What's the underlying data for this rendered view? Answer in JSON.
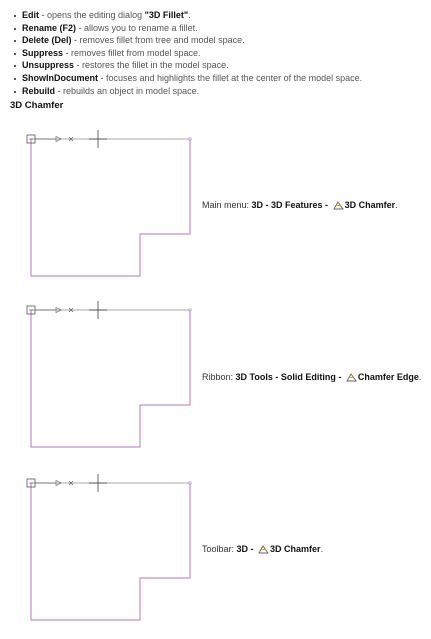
{
  "commands": [
    {
      "name": "Edit",
      "separator": " - ",
      "text_before": "opens the editing dialog ",
      "quoted": "\"3D Fillet\"",
      "text_after": "."
    },
    {
      "name": "Rename (F2)",
      "separator": " - ",
      "text_before": "allows you to rename a fillet.",
      "quoted": "",
      "text_after": ""
    },
    {
      "name": "Delete (Del)",
      "separator": " - ",
      "text_before": "removes fillet from tree and model space.",
      "quoted": "",
      "text_after": ""
    },
    {
      "name": "Suppress",
      "separator": " - ",
      "text_before": "removes fillet from model space.",
      "quoted": "",
      "text_after": ""
    },
    {
      "name": "Unsuppress",
      "separator": " - ",
      "text_before": "restores the fillet in the model space.",
      "quoted": "",
      "text_after": ""
    },
    {
      "name": "ShowInDocument",
      "separator": " - ",
      "text_before": "focuses and highlights the fillet at the center of the model space.",
      "quoted": "",
      "text_after": ""
    },
    {
      "name": "Rebuild",
      "separator": " - ",
      "text_before": "rebuilds an object in model space.",
      "quoted": "",
      "text_after": ""
    }
  ],
  "section_title": "3D Chamfer",
  "access": [
    {
      "prefix": "Main menu: ",
      "path": "3D - 3D Features - ",
      "icon": "chamfer-icon",
      "target": "3D Chamfer",
      "end": "."
    },
    {
      "prefix": "Ribbon: ",
      "path": "3D Tools - Solid Editing - ",
      "icon": "chamfer-icon",
      "target": "Chamfer Edge",
      "end": "."
    },
    {
      "prefix": "Toolbar: ",
      "path": "3D - ",
      "icon": "chamfer-icon",
      "target": "3D Chamfer",
      "end": "."
    }
  ],
  "colors": {
    "text": "#333333",
    "bold": "#111111",
    "outline": "#b07ab8",
    "grey_line": "#bbbbbb",
    "ucs": "#555555"
  }
}
